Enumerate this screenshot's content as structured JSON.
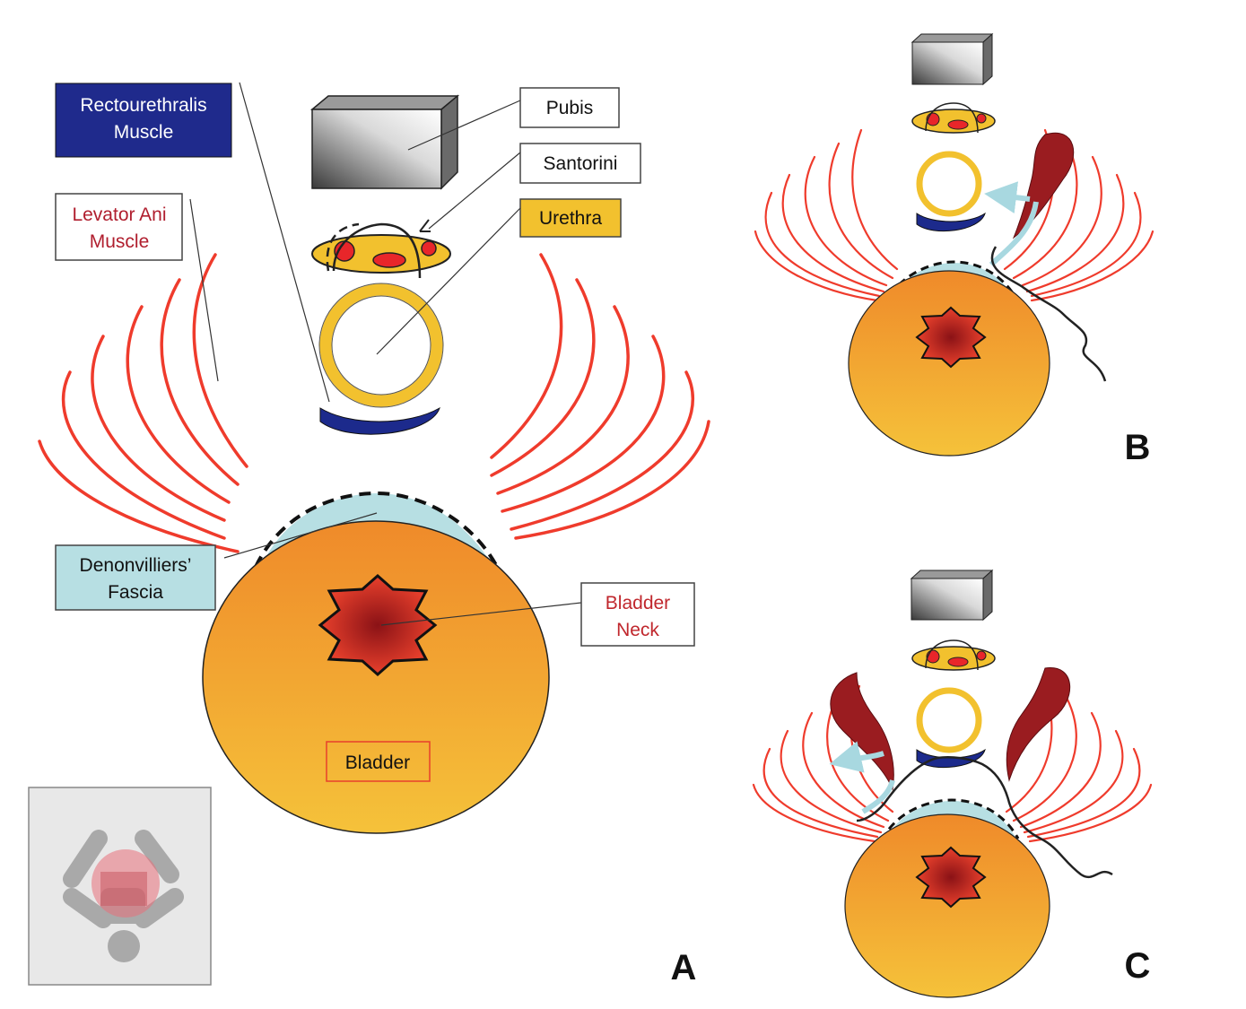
{
  "labels": {
    "rectourethralis_line1": "Rectourethralis",
    "rectourethralis_line2": "Muscle",
    "levator_line1": "Levator Ani",
    "levator_line2": "Muscle",
    "pubis": "Pubis",
    "santorini": "Santorini",
    "urethra": "Urethra",
    "denonvilliers_line1": "Denonvilliers’",
    "denonvilliers_line2": "Fascia",
    "bladder_neck_line1": "Bladder",
    "bladder_neck_line2": "Neck",
    "bladder": "Bladder"
  },
  "panels": {
    "a": "A",
    "b": "B",
    "c": "C"
  },
  "colors": {
    "rectourethralis_box": "#1f2a8c",
    "levator_text": "#b01e2e",
    "urethra_box": "#f2c12e",
    "denonvilliers_box": "#b7dfe3",
    "bladder_top": "#ef8a2a",
    "bladder_bottom": "#f5c23a",
    "bladder_neck": "#d8262a",
    "levator_lines": "#ef3b2c",
    "rectourethralis_muscle": "#1c2a8c",
    "flap": "#9a1c20"
  },
  "icons": [
    "pubis-block-icon",
    "santorini-plexus-icon",
    "urethra-ring-icon",
    "bladder-neck-star-icon",
    "patient-position-icon"
  ]
}
